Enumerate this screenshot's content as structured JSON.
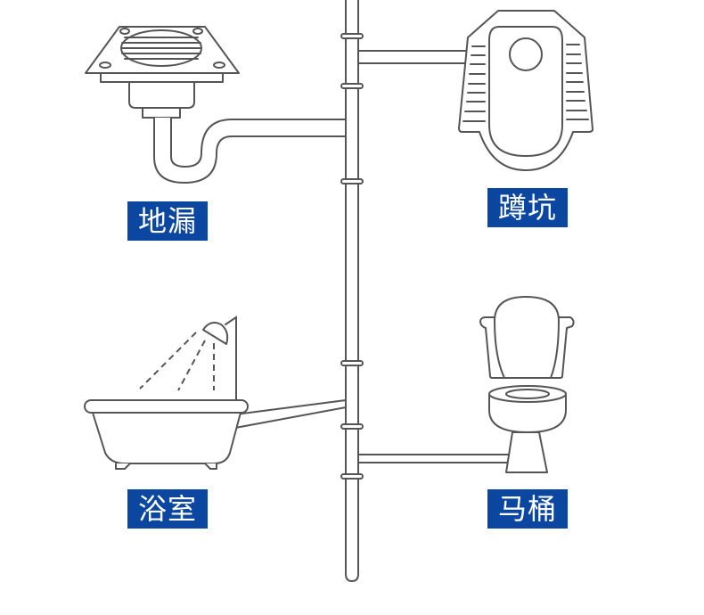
{
  "title": "排水示意图",
  "colors": {
    "label_bg": "#0b47a1",
    "line": "#555555",
    "label_text": "#ffffff"
  },
  "labels": {
    "floor_drain": "地漏",
    "squat_toilet": "蹲坑",
    "bathroom": "浴室",
    "toilet": "马桶"
  }
}
